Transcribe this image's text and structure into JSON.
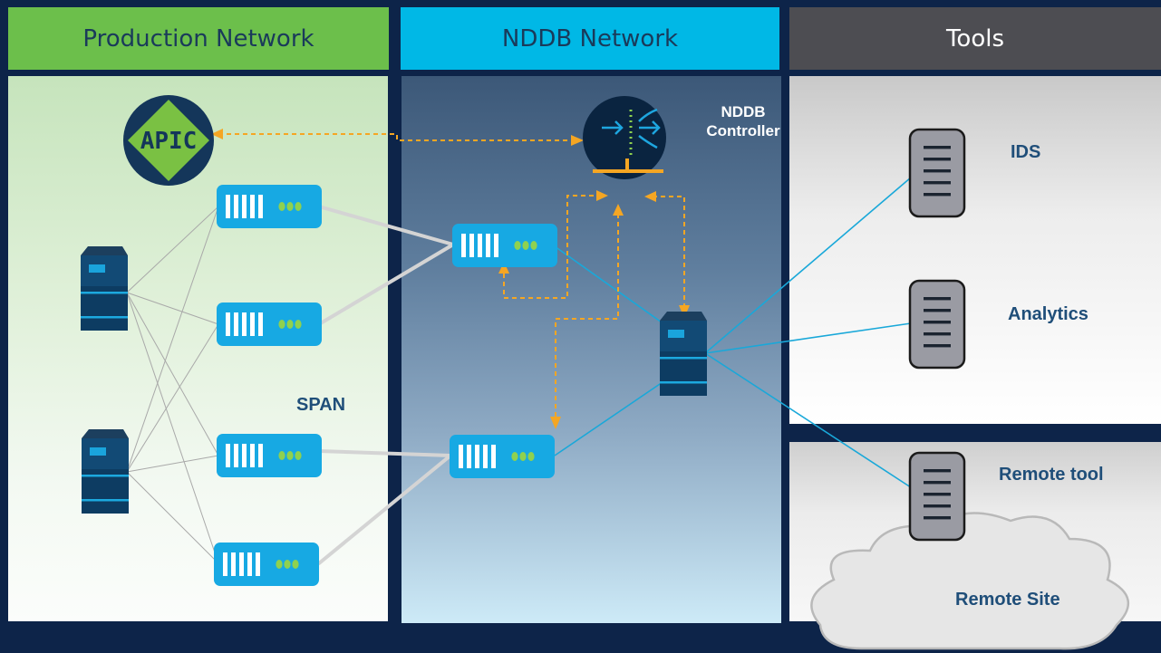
{
  "headers": {
    "production": {
      "label": "Production Network",
      "color": "#6cbf4b"
    },
    "nddb": {
      "label": "NDDB Network",
      "color": "#00b8e6"
    },
    "tools": {
      "label": "Tools",
      "color": "#4d4d52"
    }
  },
  "labels": {
    "apic": "APIC",
    "span": "SPAN",
    "nddb_controller_line1": "NDDB",
    "nddb_controller_line2": "Controller",
    "ids": "IDS",
    "analytics": "Analytics",
    "remote_tool": "Remote tool",
    "remote_site": "Remote Site"
  },
  "icons": {
    "apic": "apic-controller-icon",
    "controller": "nddb-controller-icon",
    "switch": "network-switch-icon",
    "server": "server-tower-icon",
    "tool": "tool-appliance-icon",
    "cloud": "cloud-icon"
  },
  "colors": {
    "background": "#0d2449",
    "switch": "#17a9e3",
    "switch_dots": "#8fd14f",
    "server": "#0b3a5e",
    "control_link": "#f5a623",
    "data_link": "#1ba7d6",
    "span_link": "#d0d0d0"
  }
}
